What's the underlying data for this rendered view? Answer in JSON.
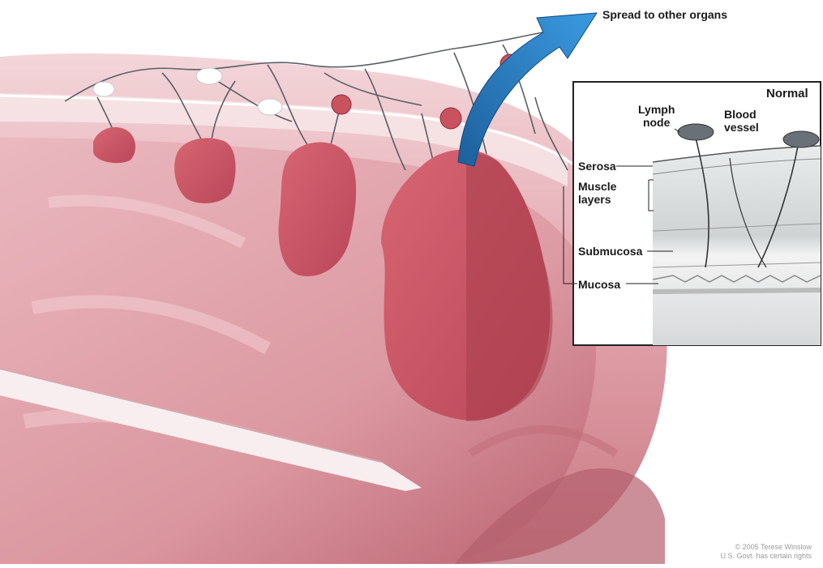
{
  "title": "Spread to other organs",
  "inset": {
    "heading": "Normal",
    "labels": {
      "lymph_node": [
        "Lymph",
        "node"
      ],
      "blood_vessel": [
        "Blood",
        "vessel"
      ],
      "serosa": "Serosa",
      "muscle_layers": [
        "Muscle",
        "layers"
      ],
      "submucosa": "Submucosa",
      "mucosa": "Mucosa"
    }
  },
  "credit": [
    "© 2005 Terese Winslow",
    "U.S. Govt. has certain rights"
  ],
  "colors": {
    "colon_outer": "#e8b4ba",
    "colon_inner": "#d88e98",
    "tumor": "#c9525f",
    "tumor_dark": "#a83e4b",
    "arrow": "#1f74b8",
    "lymph_white": "#ffffff",
    "vessel": "#5a5f66"
  }
}
